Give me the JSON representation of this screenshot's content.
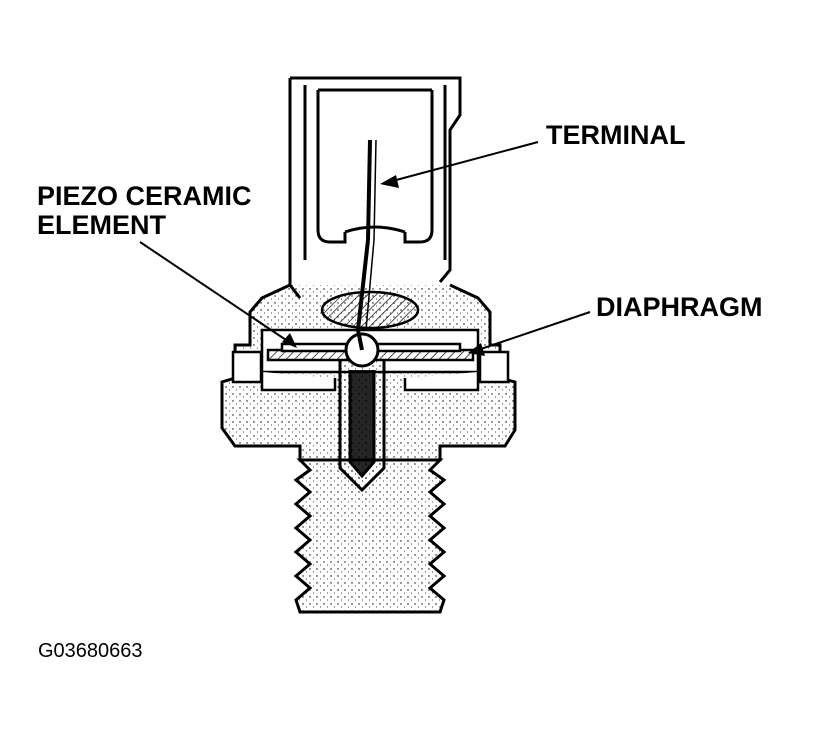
{
  "labels": {
    "terminal": "TERMINAL",
    "piezo_line1": "PIEZO CERAMIC",
    "piezo_line2": "ELEMENT",
    "diaphragm": "DIAPHRAGM"
  },
  "figure_id": "G03680663",
  "colors": {
    "ink": "#000000",
    "paper": "#ffffff",
    "hatch": "#000000"
  }
}
